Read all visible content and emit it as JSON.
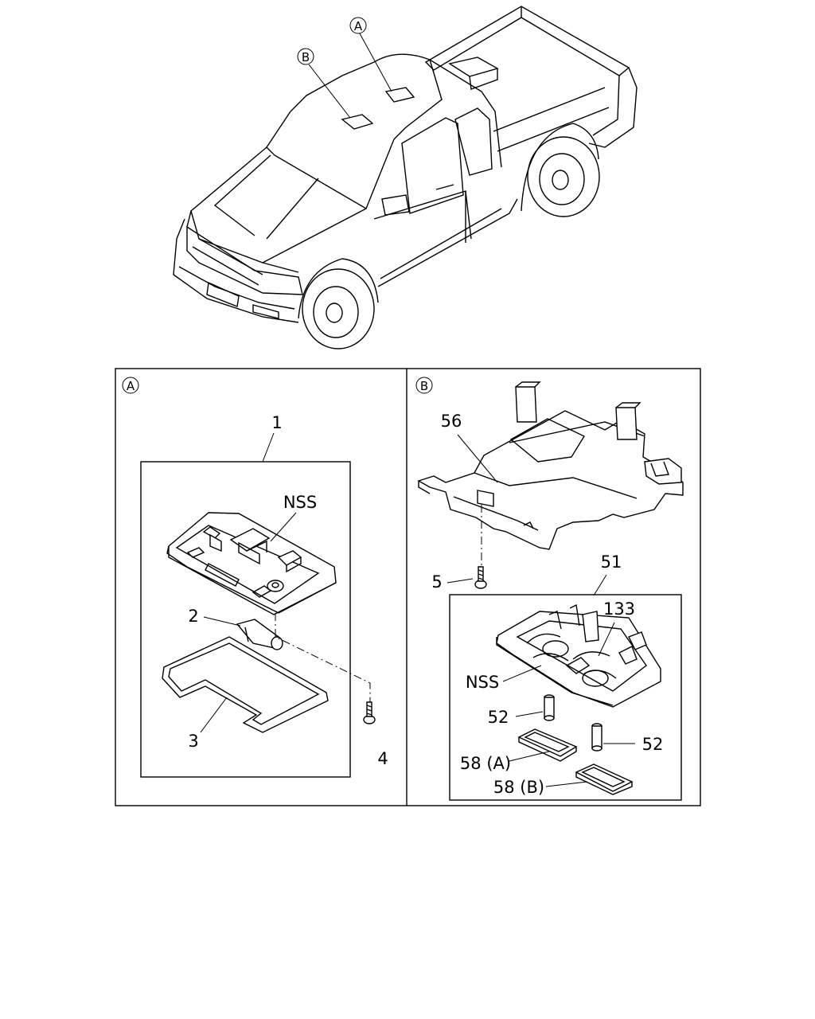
{
  "truck": {
    "callout_a": "A",
    "callout_b": "B"
  },
  "panel_a": {
    "marker": "A",
    "part_1": "1",
    "part_2": "2",
    "part_3": "3",
    "part_4": "4",
    "nss": "NSS"
  },
  "panel_b": {
    "marker": "B",
    "part_56": "56",
    "part_5": "5",
    "part_51": "51",
    "part_133": "133",
    "nss": "NSS",
    "part_52_left": "52",
    "part_52_right": "52",
    "part_58a": "58 (A)",
    "part_58b": "58 (B)"
  }
}
